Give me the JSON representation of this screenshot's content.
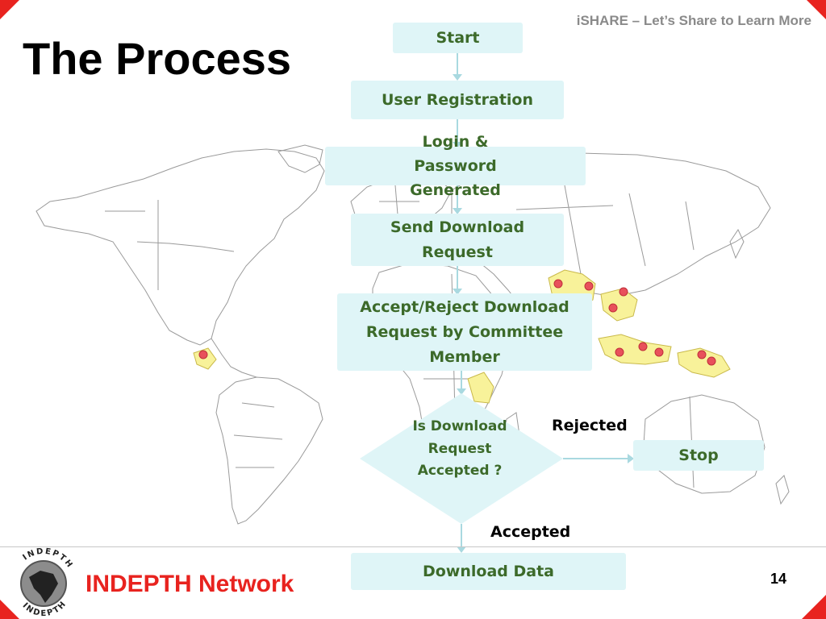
{
  "header": {
    "tagline": "iSHARE – Let’s Share to Learn More",
    "title": "The Process"
  },
  "colors": {
    "accent": "#e8231f",
    "box_fill": "#dff5f7",
    "box_text": "#3c6a2a",
    "connector": "#a9d9e0",
    "highlight_region": "#f8f29a",
    "marker": "#e8505b"
  },
  "flowchart": {
    "nodes": [
      {
        "id": "start",
        "label": "Start"
      },
      {
        "id": "registration",
        "label": "User Registration"
      },
      {
        "id": "login",
        "label": "Login & Password Generated"
      },
      {
        "id": "send-request",
        "label": "Send Download Request"
      },
      {
        "id": "committee",
        "label": "Accept/Reject Download Request by Committee Member"
      },
      {
        "id": "decision",
        "label": "Is Download Request Accepted ?"
      },
      {
        "id": "stop",
        "label": "Stop"
      },
      {
        "id": "download",
        "label": "Download Data"
      }
    ],
    "edges": [
      {
        "from": "start",
        "to": "registration",
        "label": ""
      },
      {
        "from": "registration",
        "to": "login",
        "label": ""
      },
      {
        "from": "login",
        "to": "send-request",
        "label": ""
      },
      {
        "from": "send-request",
        "to": "committee",
        "label": ""
      },
      {
        "from": "committee",
        "to": "decision",
        "label": ""
      },
      {
        "from": "decision",
        "to": "stop",
        "label": "Rejected"
      },
      {
        "from": "decision",
        "to": "download",
        "label": "Accepted"
      }
    ]
  },
  "footer": {
    "logo_text": "INDEPTH",
    "org_name": "INDEPTH Network",
    "page_number": "14"
  }
}
